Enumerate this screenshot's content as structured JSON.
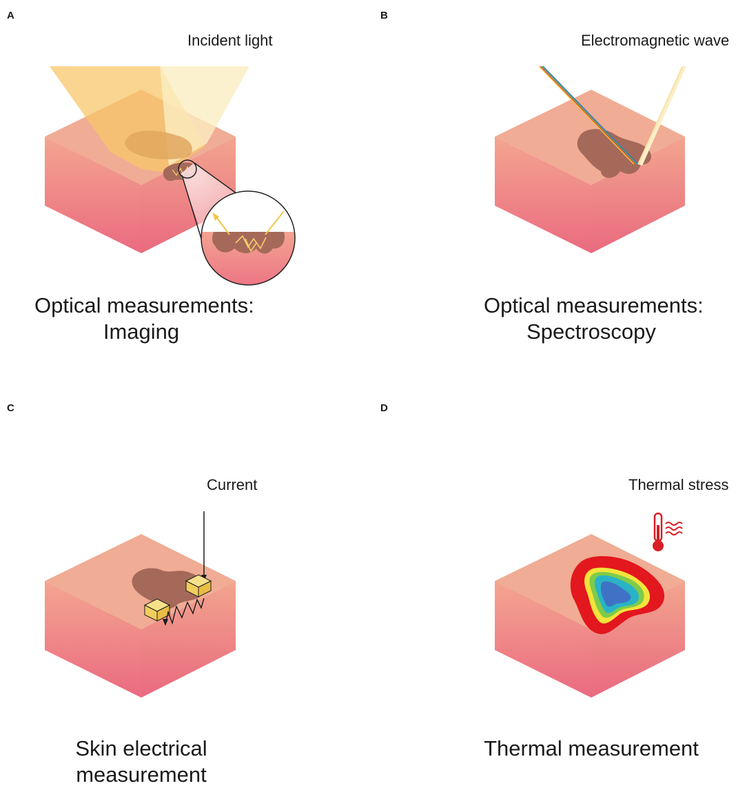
{
  "panels": [
    {
      "letter": "A",
      "tag": "Incident light",
      "caption_line1": "Optical measurements:",
      "caption_line2": "Imaging"
    },
    {
      "letter": "B",
      "tag": "Electromagnetic wave",
      "caption_line1": "Optical measurements:",
      "caption_line2": "Spectroscopy"
    },
    {
      "letter": "C",
      "tag": "Current",
      "caption_line1": "Skin electrical",
      "caption_line2": "measurement"
    },
    {
      "letter": "D",
      "tag": "Thermal stress",
      "caption_line1": "Thermal measurement",
      "caption_line2": ""
    }
  ],
  "colors": {
    "skin_top": "#f1ad95",
    "skin_side_top": "#f2a48f",
    "skin_side_bottom": "#ea6b80",
    "lesion": "#a46a55",
    "light": "#f5c35a",
    "thermal_red": "#e3171e",
    "thermal_blue": "#3f72c4"
  },
  "icons": [
    "thermometer-icon",
    "heat-waves-icon",
    "magnifier-circle"
  ]
}
